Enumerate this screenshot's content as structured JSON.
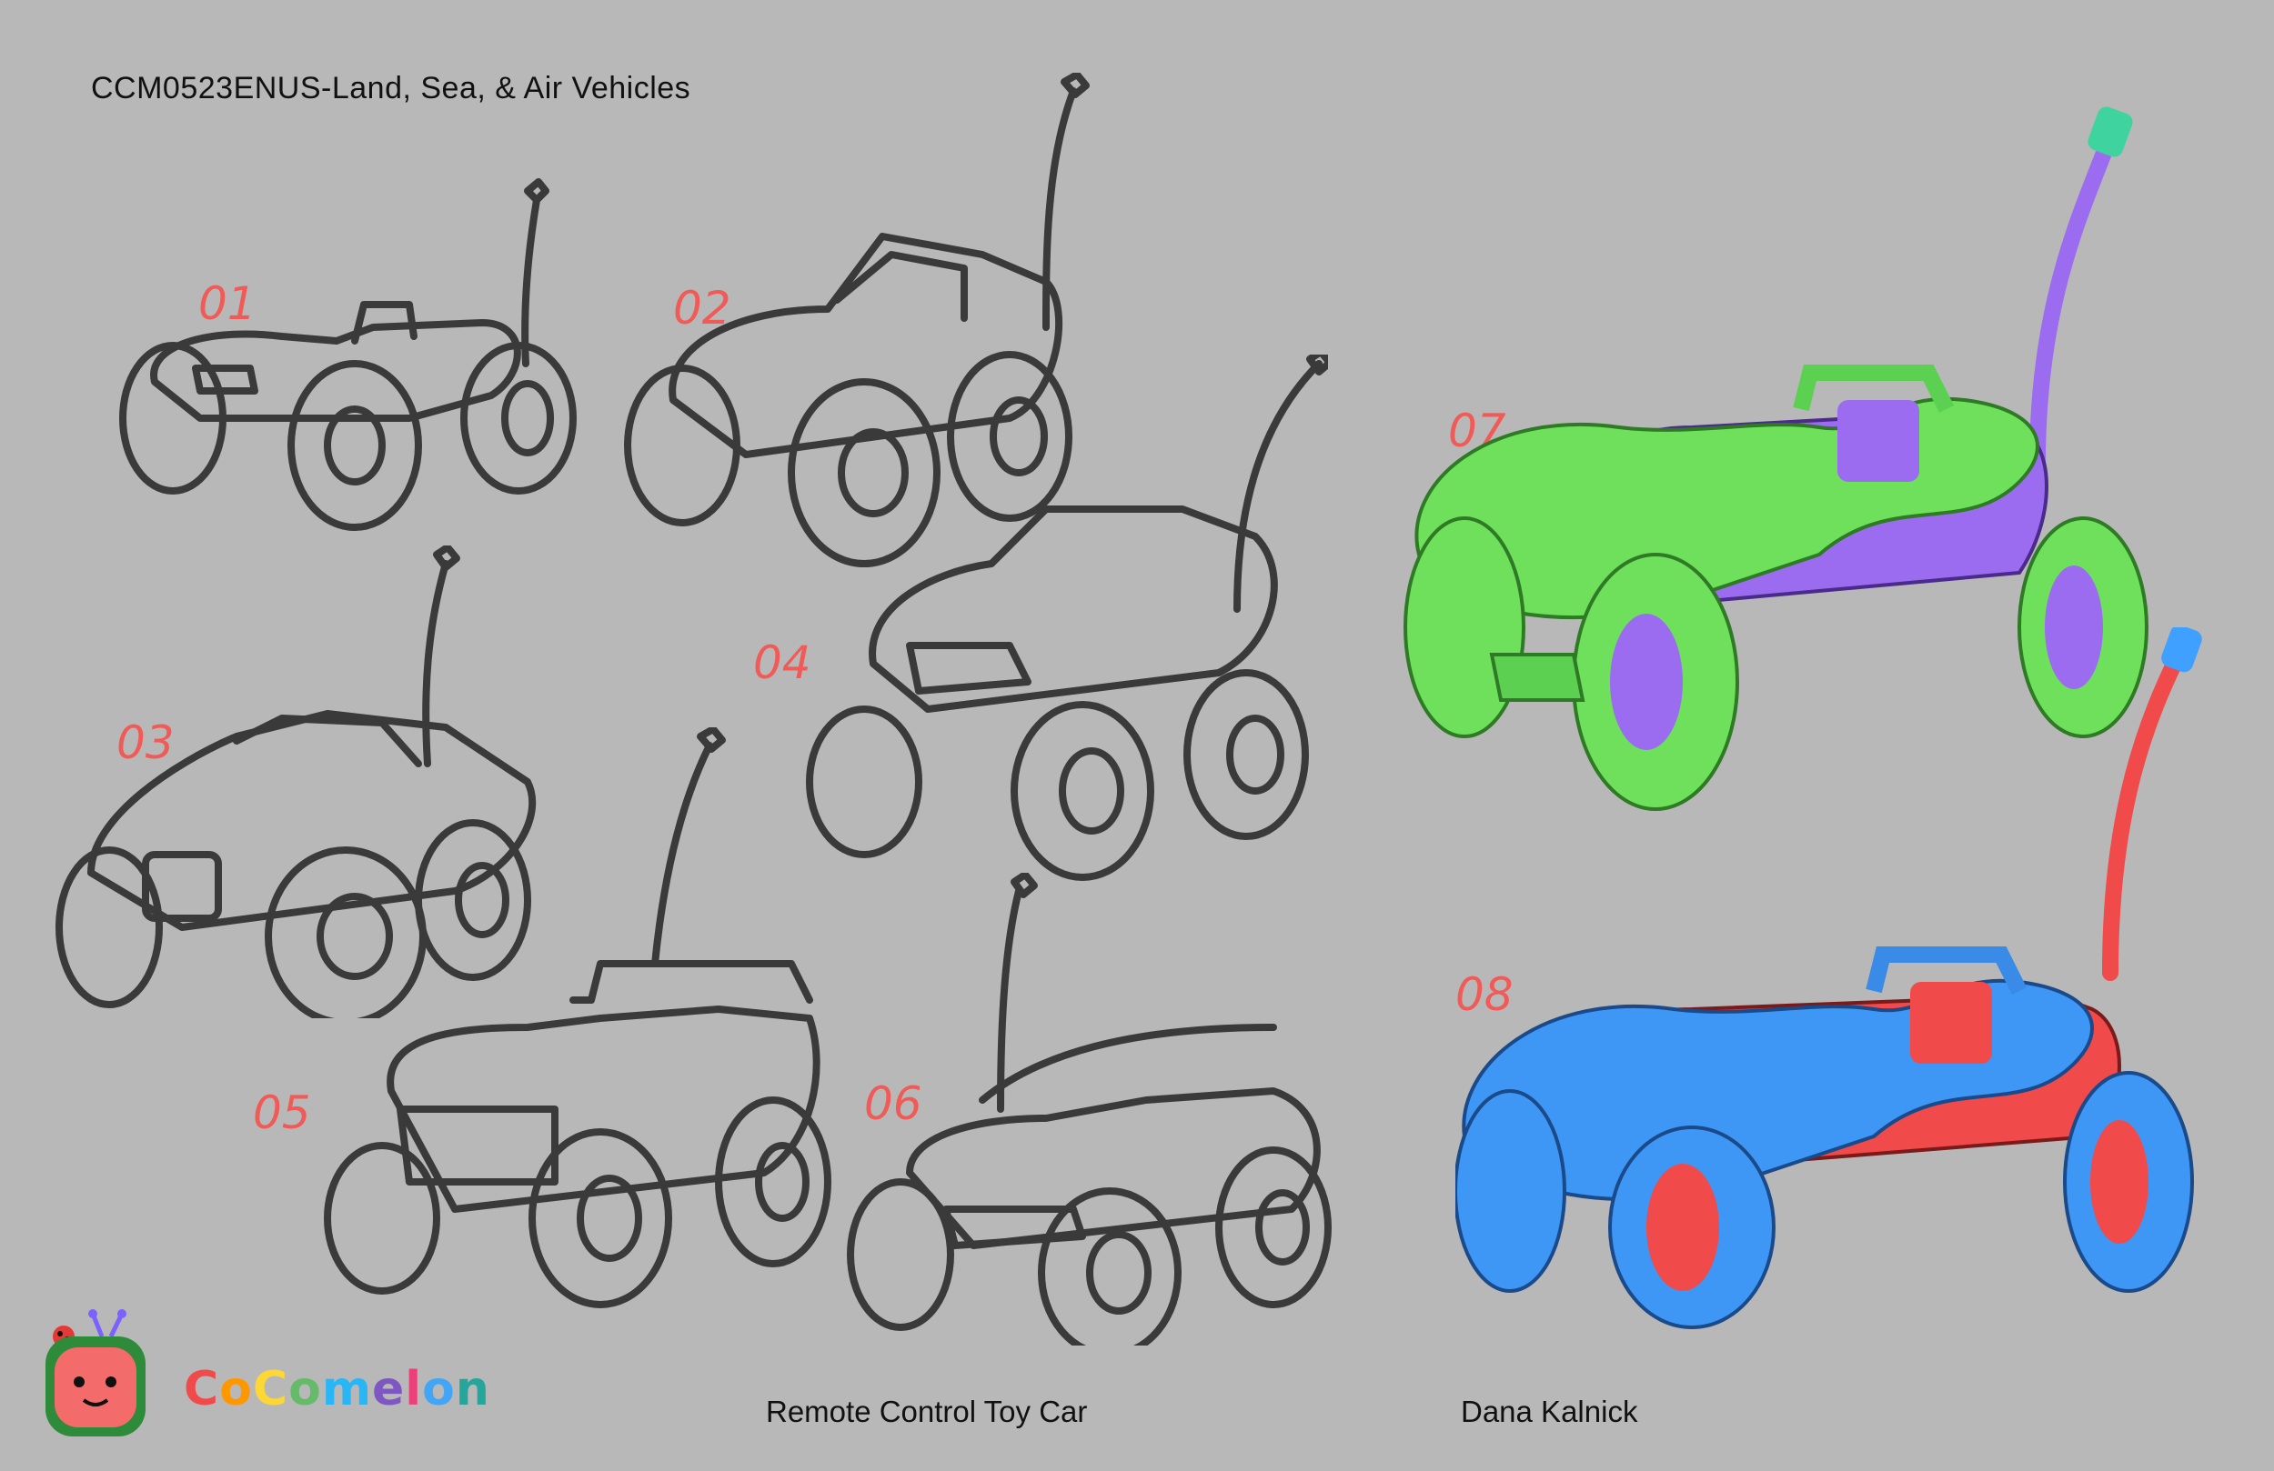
{
  "header": {
    "title": "CCM0523ENUS-Land, Sea, & Air Vehicles"
  },
  "concepts": [
    {
      "number": "01",
      "style": "sketch"
    },
    {
      "number": "02",
      "style": "sketch"
    },
    {
      "number": "03",
      "style": "sketch"
    },
    {
      "number": "04",
      "style": "sketch"
    },
    {
      "number": "05",
      "style": "sketch"
    },
    {
      "number": "06",
      "style": "sketch"
    },
    {
      "number": "07",
      "style": "color",
      "body_color": "#6ee05c",
      "accent_color": "#9b6cf0",
      "antenna_tip_color": "#3fd3a0"
    },
    {
      "number": "08",
      "style": "color",
      "body_color": "#3f97f5",
      "accent_color": "#f04a4a",
      "antenna_tip_color": "#3fa0ff"
    }
  ],
  "footer": {
    "subject": "Remote Control Toy Car",
    "artist": "Dana Kalnick",
    "brand": "CoComelon"
  },
  "colors": {
    "background": "#b8b8b8",
    "number_label": "#f05a57",
    "sketch_line": "#3a3a3a"
  }
}
